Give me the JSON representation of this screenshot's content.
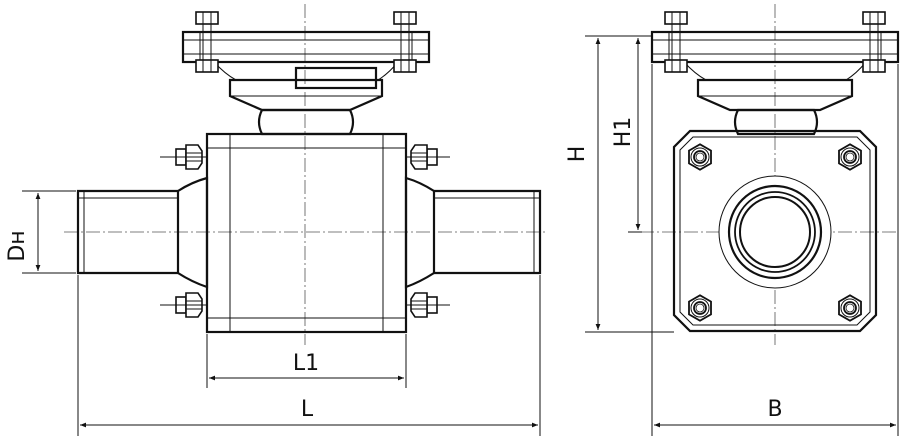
{
  "labels": {
    "dn": "Dн",
    "l1": "L1",
    "l": "L",
    "h": "H",
    "h1": "H1",
    "b": "B"
  }
}
